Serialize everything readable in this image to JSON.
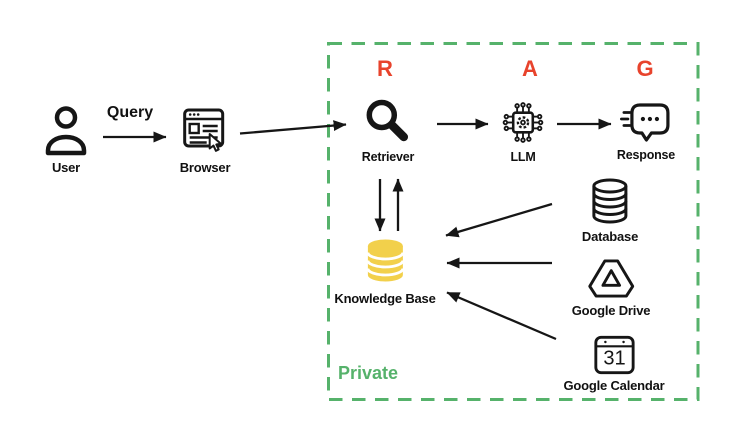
{
  "colors": {
    "accent_green": "#56b26b",
    "accent_red": "#e8432c",
    "kb_yellow": "#f2d04b",
    "ink": "#161616"
  },
  "flow": {
    "user_label": "User",
    "query_label": "Query",
    "browser_label": "Browser"
  },
  "private_zone": {
    "zone_label": "Private",
    "rag_letters": {
      "r": "R",
      "a": "A",
      "g": "G"
    },
    "retriever_label": "Retriever",
    "llm_label": "LLM",
    "response_label": "Response",
    "knowledge_base_label": "Knowledge Base",
    "sources": [
      {
        "label": "Database"
      },
      {
        "label": "Google Drive"
      },
      {
        "label": "Google Calendar",
        "icon_text": "31"
      }
    ]
  }
}
